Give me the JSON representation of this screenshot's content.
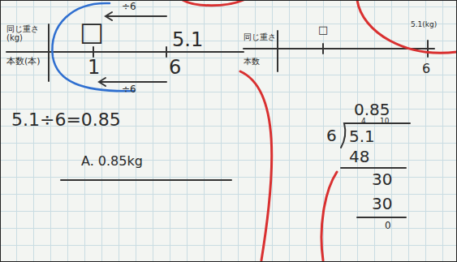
{
  "diagram": {
    "labels": [
      "同じ重さ(kg)",
      "本数(本)",
      "□",
      "5.1",
      "1",
      "6",
      "÷6",
      "÷6",
      "5.1÷6=0.85",
      "A. 0.85kg",
      "同じ重さ",
      "5.1(kg)",
      "□",
      "本数",
      "6",
      "0.85",
      "6",
      "5.1",
      "4",
      "10",
      "48",
      "30",
      "30",
      "0"
    ]
  }
}
